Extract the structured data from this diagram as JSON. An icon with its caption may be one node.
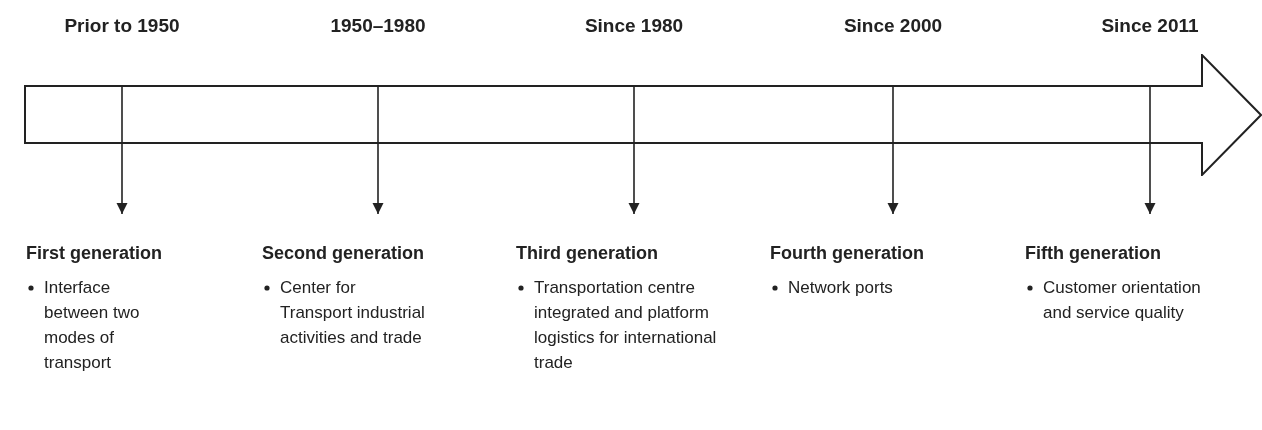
{
  "diagram": {
    "nodes": [
      {
        "text": [],
        "shape": "arrow"
      },
      {
        "text": [
          "First generation",
          "Interface between two modes of transport"
        ]
      },
      {
        "text": [
          "Second generation",
          "Center for Transport industrial activities and trade"
        ]
      },
      {
        "text": [
          "Third generation",
          "Transportation centre integrated and platform logistics for international trade"
        ]
      },
      {
        "text": [
          "Fourth generation",
          "Network ports"
        ]
      },
      {
        "text": [
          "Fifth generation",
          "Customer orientation and service quality"
        ]
      }
    ],
    "edges": [
      {
        "from": 0,
        "to": 1,
        "arrow": "to"
      },
      {
        "from": 0,
        "to": 2,
        "arrow": "to"
      },
      {
        "from": 0,
        "to": 3,
        "arrow": "to"
      },
      {
        "from": 0,
        "to": 4,
        "arrow": "to"
      },
      {
        "from": 0,
        "to": 5,
        "arrow": "to"
      }
    ],
    "labels": [
      "Prior to 1950",
      "1950–1980",
      "Since 1980",
      "Since 2000",
      "Since 2011"
    ]
  }
}
